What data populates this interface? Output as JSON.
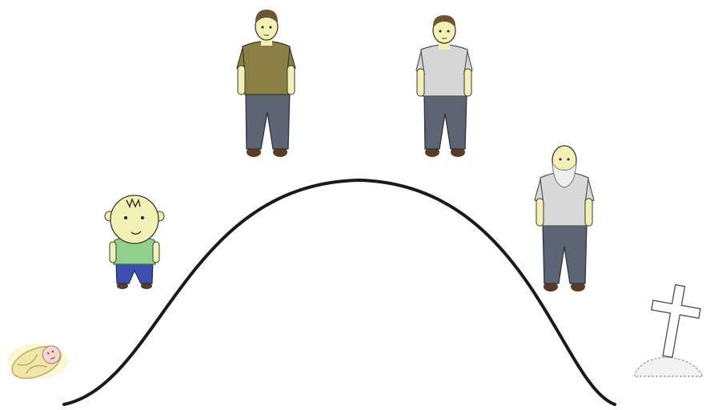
{
  "diagram": {
    "type": "life-stages-curve",
    "stages": [
      "newborn",
      "child",
      "young-adult",
      "middle-aged-adult",
      "elderly",
      "death"
    ],
    "colors": {
      "background": "#ffffff",
      "curve": "#1a1a1a",
      "skin": "#f2f0b4",
      "skin_outline": "#3a3a2a",
      "hair_brown": "#6b5535",
      "young_adult_shirt": "#8a7f45",
      "middle_aged_shirt": "#d6d6d6",
      "elderly_shirt": "#d9d9d9",
      "child_shirt": "#8fd18a",
      "child_pants": "#3b4fb0",
      "pants_gray": "#5d6473",
      "shoes": "#5a3b24",
      "cross": "#ffffff",
      "mound": "#f2f2f2"
    }
  }
}
